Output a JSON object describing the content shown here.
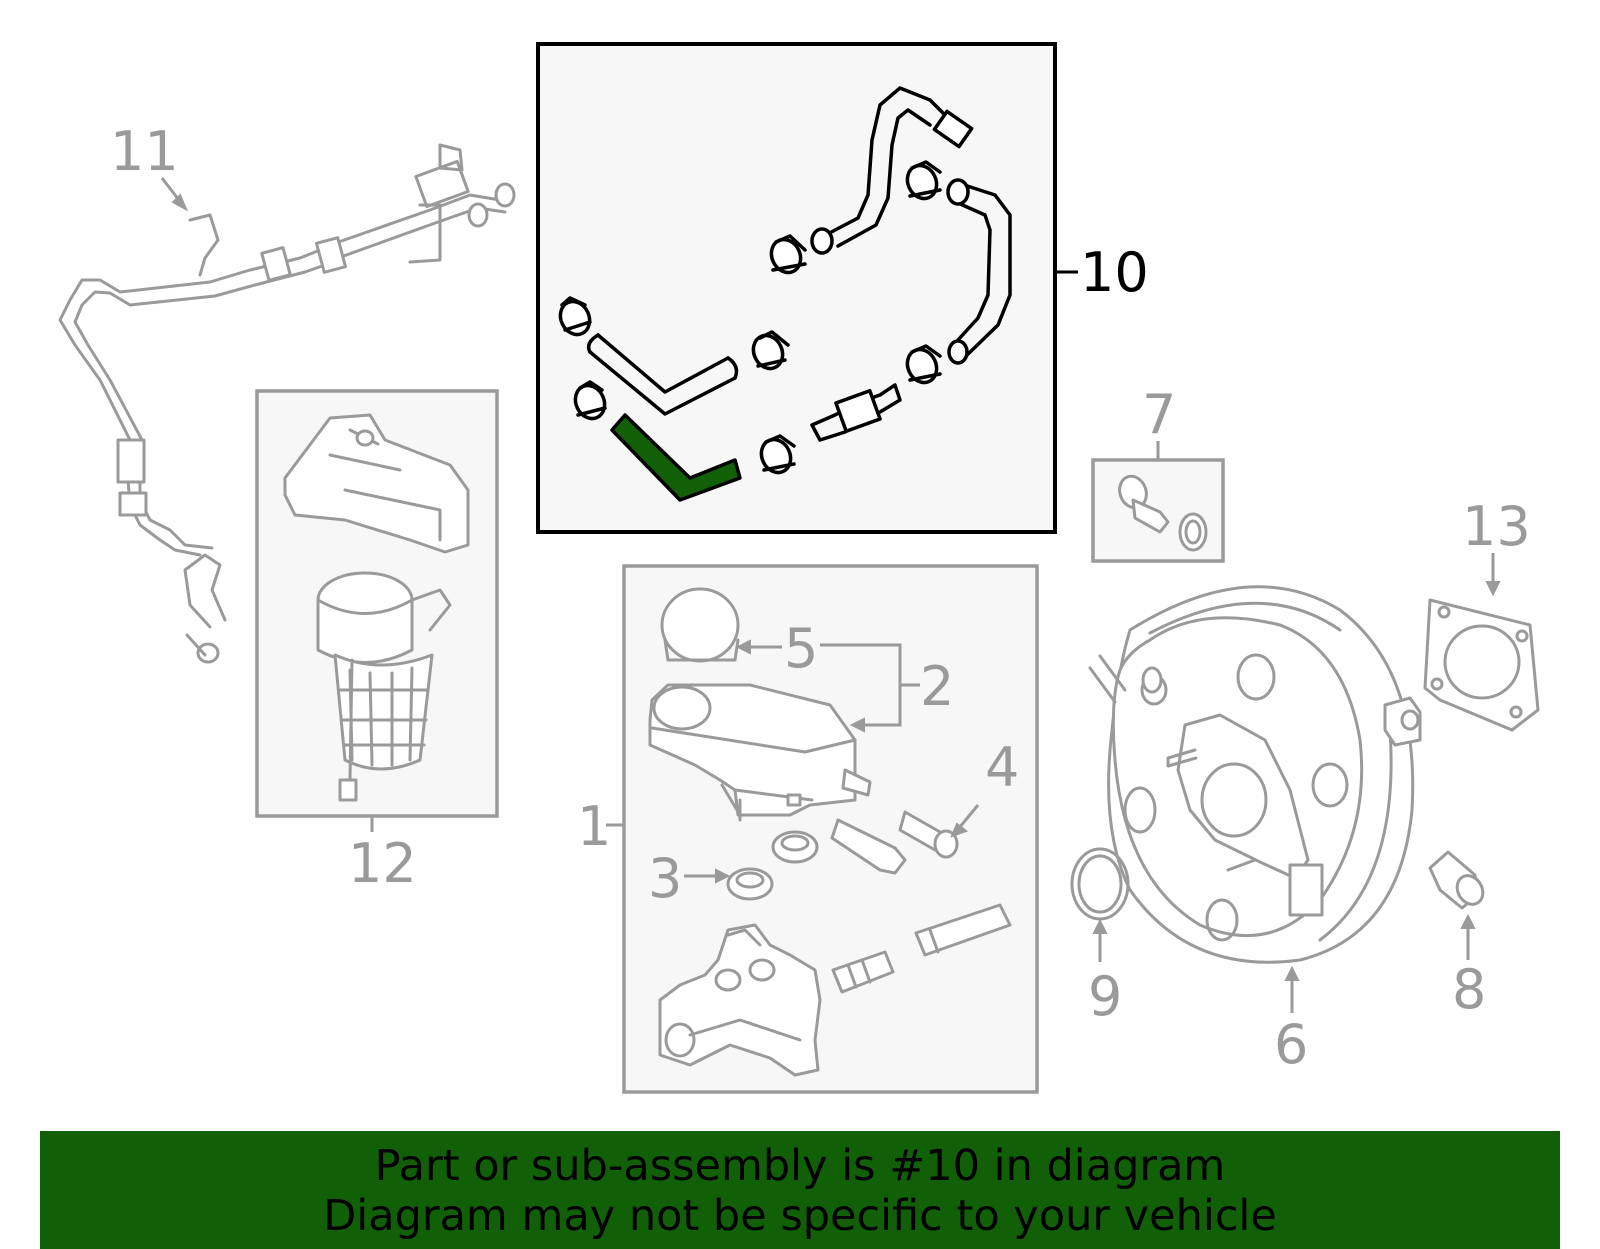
{
  "callouts": {
    "c1": "1",
    "c2": "2",
    "c3": "3",
    "c4": "4",
    "c5": "5",
    "c6": "6",
    "c7": "7",
    "c8": "8",
    "c9": "9",
    "c10": "10",
    "c11": "11",
    "c12": "12",
    "c13": "13"
  },
  "highlight": {
    "part": "10",
    "color": "#116008"
  },
  "banner": {
    "line1": "Part or sub-assembly is #10 in diagram",
    "line2": "Diagram may not be specific to your vehicle",
    "color": "#116008"
  }
}
